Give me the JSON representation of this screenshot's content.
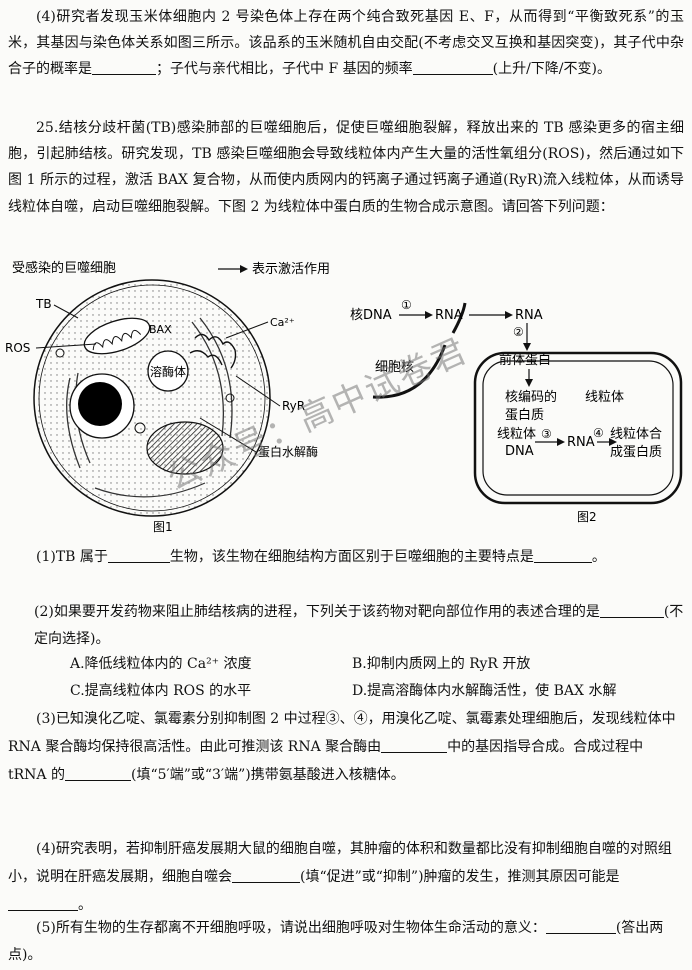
{
  "q24_4": {
    "part1": "(4)研究者发现玉米体细胞内 2 号染色体上存在两个纯合致死基因 E、F，从而得到“平衡致死系”的玉米，其基因与染色体关系如图三所示。该品系的玉米随机自由交配(不考虑交叉互换和基因突变)，其子代中杂合子的概率是",
    "part2": "；子代与亲代相比，子代中 F 基因的频率",
    "part3": "(上升/下降/不变)。"
  },
  "q25": {
    "intro": "25.结核分歧杆菌(TB)感染肺部的巨噬细胞后，促使巨噬细胞裂解，释放出来的 TB 感染更多的宿主细胞，引起肺结核。研究发现，TB 感染巨噬细胞会导致线粒体内产生大量的活性氧组分(ROS)，然后通过如下图 1 所示的过程，激活 BAX 复合物，从而使内质网内的钙离子通过钙离子通道(RyR)流入线粒体，从而诱导线粒体自噬，启动巨噬细胞裂解。下图 2 为线粒体中蛋白质的生物合成示意图。请回答下列问题："
  },
  "figure1": {
    "title": "受感染的巨噬细胞",
    "legend": "表示激活作用",
    "labels": {
      "tb": "TB",
      "ros": "ROS",
      "bax": "BAX",
      "ca": "Ca²⁺",
      "lysosome": "溶酶体",
      "ryr": "RyR",
      "protease": "蛋白水解酶"
    },
    "caption": "图1"
  },
  "figure2": {
    "nuclear_dna": "核DNA",
    "rna1": "RNA",
    "rna2": "RNA",
    "step1": "①",
    "step2": "②",
    "step3": "③",
    "step4": "④",
    "precursor": "前体蛋白",
    "nucleus": "细胞核",
    "encoded_protein_l1": "核编码的",
    "encoded_protein_l2": "蛋白质",
    "mito": "线粒体",
    "mito_dna_l1": "线粒体",
    "mito_dna_l2": "DNA",
    "rna3": "RNA",
    "synth_l1": "线粒体合",
    "synth_l2": "成蛋白质",
    "caption": "图2"
  },
  "q1": {
    "a": "(1)TB 属于",
    "b": "生物，该生物在细胞结构方面区别于巨噬细胞的主要特点是",
    "c": "。"
  },
  "q2": {
    "stem_a": "(2)如果要开发药物来阻止肺结核病的进程，下列关于该药物对靶向部位作用的表述合理的是",
    "stem_b": "(不定向选择)。",
    "A": "A.降低线粒体内的 Ca²⁺ 浓度",
    "B": "B.抑制内质网上的 RyR 开放",
    "C": "C.提高线粒体内 ROS 的水平",
    "D": "D.提高溶酶体内水解酶活性，使 BAX 水解"
  },
  "q3": {
    "a": "(3)已知溴化乙啶、氯霉素分别抑制图 2 中过程③、④，用溴化乙啶、氯霉素处理细胞后，发现线粒体中 RNA 聚合酶均保持很高活性。由此可推测该 RNA 聚合酶由",
    "b": "中的基因指导合成。合成过程中 tRNA 的",
    "c": "(填“5′端”或“3′端”)携带氨基酸进入核糖体。"
  },
  "q4": {
    "a": "(4)研究表明，若抑制肝癌发展期大鼠的细胞自噬，其肿瘤的体积和数量都比没有抑制细胞自噬的对照组小，说明在肝癌发展期，细胞自噬会",
    "b": "(填“促进”或“抑制”)肿瘤的发生，推测其原因可能是",
    "c": "。"
  },
  "q5": {
    "a": "(5)所有生物的生存都离不开细胞呼吸，请说出细胞呼吸对生物体生命活动的意义：",
    "b": "(答出两点)。"
  },
  "watermark": "公众号：高中试卷君"
}
